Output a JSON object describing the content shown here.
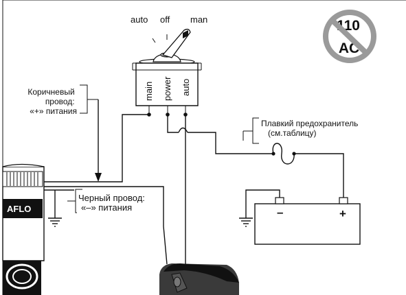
{
  "switch": {
    "positions": [
      "auto",
      "off",
      "man"
    ],
    "terminals": [
      "main",
      "power",
      "auto"
    ]
  },
  "badge": {
    "line1": "110",
    "line2": "AC"
  },
  "brown_wire_label": [
    "Коричневый",
    "провод:",
    "«+» питания"
  ],
  "black_wire_label": [
    "Черный провод:",
    "«–» питания"
  ],
  "fuse_label": [
    "Плавкий предохранитель",
    "(см.таблицу)"
  ],
  "battery": {
    "negative": "–",
    "positive": "+"
  },
  "pump_brand": "AFLO"
}
